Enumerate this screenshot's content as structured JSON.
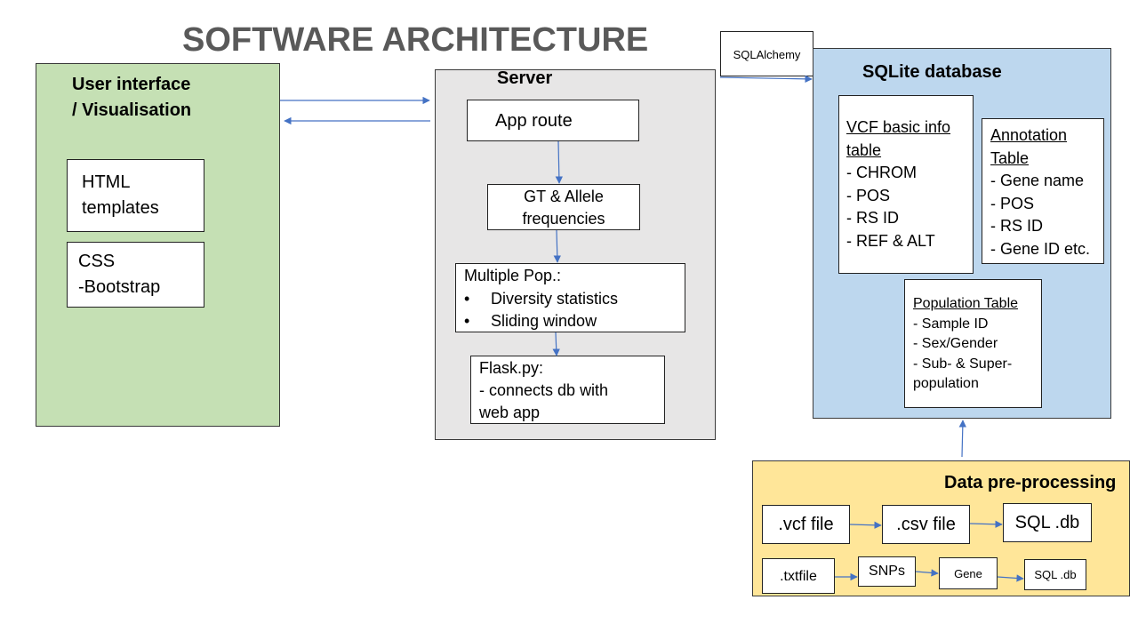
{
  "title": "SOFTWARE ARCHITECTURE",
  "ui_panel": {
    "heading_line1": "User interface",
    "heading_line2": "/ Visualisation",
    "html_box": {
      "line1": "HTML",
      "line2": "templates"
    },
    "css_box": {
      "line1": "CSS",
      "line2": "-Bootstrap"
    }
  },
  "server_panel": {
    "heading": "Server",
    "app_route": "App route",
    "gt_box": {
      "line1": "GT & Allele",
      "line2": "frequencies"
    },
    "multi_pop": {
      "title": "Multiple Pop.:",
      "bullet_symbol": "•",
      "items": [
        "Diversity statistics",
        "Sliding window"
      ]
    },
    "flask": {
      "line1": "Flask.py:",
      "line2": "- connects db with",
      "line3": "web app"
    }
  },
  "sqlalchemy_label": "SQLAlchemy",
  "db_panel": {
    "heading": "SQLite database",
    "vcf_table": {
      "title_line1": "VCF basic info",
      "title_line2": "table",
      "items": [
        "- CHROM",
        "- POS",
        "- RS ID",
        "- REF & ALT"
      ]
    },
    "annotation_table": {
      "title_line1": "Annotation",
      "title_line2": "Table",
      "items": [
        "- Gene name",
        "- POS",
        "- RS ID",
        "- Gene ID etc."
      ]
    },
    "population_table": {
      "title": "Population Table",
      "items": [
        "- Sample ID",
        "- Sex/Gender",
        "- Sub- & Super-",
        "population"
      ]
    }
  },
  "preprocessing_panel": {
    "heading": "Data pre-processing",
    "row1": [
      ".vcf file",
      ".csv file",
      "SQL .db"
    ],
    "row2": [
      ".txtfile",
      "SNPs",
      "Gene",
      "SQL .db"
    ]
  },
  "colors": {
    "ui_panel": "#c5e0b4",
    "server_panel": "#e7e6e6",
    "db_panel": "#bdd7ee",
    "preprocessing_panel": "#ffe699",
    "arrow": "#4472c4",
    "title": "#595959"
  }
}
